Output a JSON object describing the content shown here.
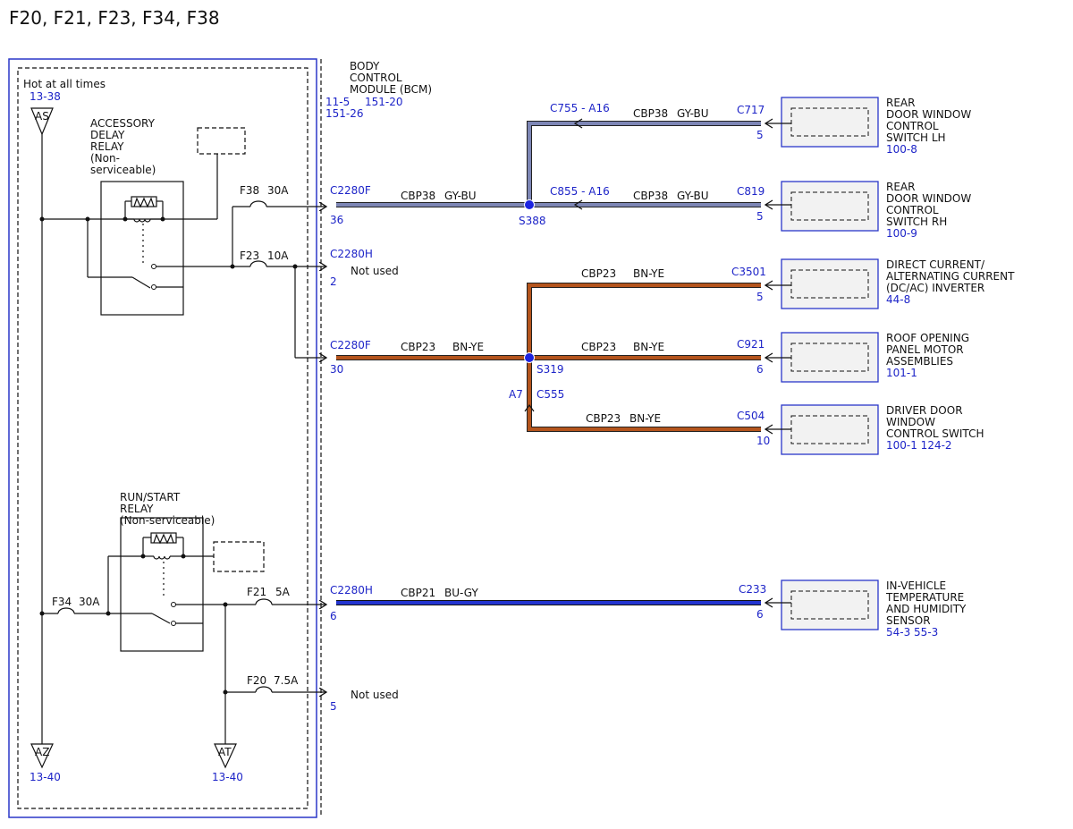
{
  "title": "F20, F21, F23, F34, F38",
  "colors": {
    "wire_gy_bu": "#7d86b5",
    "wire_bn_ye": "#b4541c",
    "wire_bu_gy": "#2234cf",
    "label_blue": "#1d24c8",
    "box_border": "#2a37c9"
  },
  "left_box": {
    "hot_label": "Hot at all times",
    "hot_ref": "13-38",
    "tap_as": "AS",
    "tap_az": "AZ",
    "tap_az_ref": "13-40",
    "tap_at": "AT",
    "tap_at_ref": "13-40",
    "accessory_relay": [
      "ACCESSORY",
      "DELAY",
      "RELAY",
      "(Non-",
      "serviceable)"
    ],
    "runstart_relay": [
      "RUN/START",
      "RELAY",
      "(Non-serviceable)"
    ],
    "fuses": {
      "f38": "F38",
      "f38_amp": "30A",
      "f23": "F23",
      "f23_amp": "10A",
      "f34": "F34",
      "f34_amp": "30A",
      "f21": "F21",
      "f21_amp": "5A",
      "f20": "F20",
      "f20_amp": "7.5A"
    }
  },
  "bcm": {
    "label": [
      "BODY",
      "CONTROL",
      "MODULE (BCM)"
    ],
    "ref1": "11-5",
    "ref2": "151-20",
    "ref3": "151-26"
  },
  "connectors": {
    "c2280f_top": "C2280F",
    "pin36": "36",
    "c2280h_top": "C2280H",
    "pin2": "2",
    "not_used_1": "Not used",
    "c2280f_mid": "C2280F",
    "pin30": "30",
    "c2280h_bot": "C2280H",
    "pin6": "6",
    "pin5": "5",
    "not_used_2": "Not used"
  },
  "wires": {
    "cbp38": "CBP38",
    "gy_bu": "GY-BU",
    "cbp23": "CBP23",
    "bn_ye": "BN-YE",
    "cbp21": "CBP21",
    "bu_gy": "BU-GY"
  },
  "splices": {
    "s388": "S388",
    "s319": "S319",
    "c555": "C555",
    "a7": "A7",
    "c755": "C755 - A16",
    "c855": "C855 - A16"
  },
  "components": [
    {
      "connector": "C717",
      "pin": "5",
      "name": [
        "REAR",
        "DOOR WINDOW",
        "CONTROL",
        "SWITCH LH"
      ],
      "ref": "100-8"
    },
    {
      "connector": "C819",
      "pin": "5",
      "name": [
        "REAR",
        "DOOR WINDOW",
        "CONTROL",
        "SWITCH RH"
      ],
      "ref": "100-9"
    },
    {
      "connector": "C3501",
      "pin": "5",
      "name": [
        "DIRECT CURRENT/",
        "ALTERNATING CURRENT",
        "(DC/AC) INVERTER"
      ],
      "ref": "44-8"
    },
    {
      "connector": "C921",
      "pin": "6",
      "name": [
        "ROOF OPENING",
        "PANEL MOTOR",
        "ASSEMBLIES"
      ],
      "ref": "101-1"
    },
    {
      "connector": "C504",
      "pin": "10",
      "name": [
        "DRIVER DOOR",
        "WINDOW",
        "CONTROL SWITCH"
      ],
      "ref": "100-1   124-2"
    },
    {
      "connector": "C233",
      "pin": "6",
      "name": [
        "IN-VEHICLE",
        "TEMPERATURE",
        "AND HUMIDITY",
        "SENSOR"
      ],
      "ref": "54-3   55-3"
    }
  ]
}
